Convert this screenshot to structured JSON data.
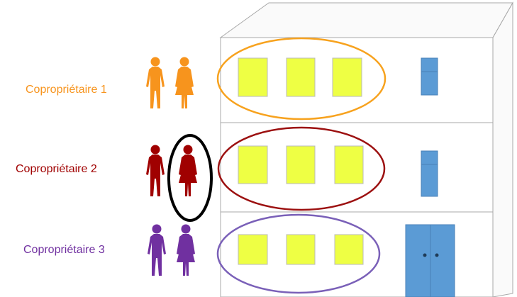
{
  "owners": [
    {
      "label": "Copropriétaire 1",
      "color": "#f7941d"
    },
    {
      "label": "Copropriétaire 2",
      "color": "#a00000"
    },
    {
      "label": "Copropriétaire 3",
      "color": "#7030a0"
    }
  ],
  "colors": {
    "window": "#eeff44",
    "window_border": "#b8b8b8",
    "door": "#5b9bd5",
    "building_stroke": "#a8a8a8",
    "building_front": "#ffffff",
    "building_side": "#fafafa",
    "highlight_ring": "#000000",
    "ellipse_1": "#f7a21e",
    "ellipse_2": "#9c1010",
    "ellipse_3": "#7a60b8"
  },
  "icons": {
    "person_male": "man-icon",
    "person_female": "woman-icon",
    "window": "window-icon",
    "door": "door-icon"
  },
  "highlight": {
    "owner_index": 2,
    "person": "woman-icon"
  }
}
